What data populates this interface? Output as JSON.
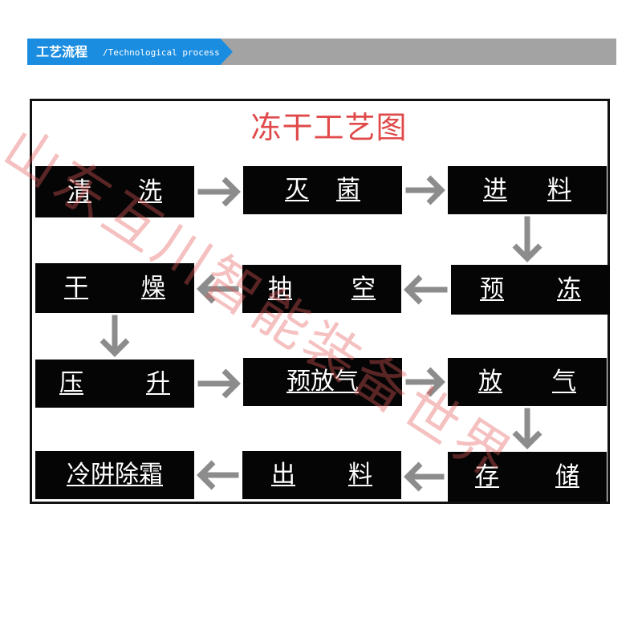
{
  "header": {
    "title": "工艺流程",
    "subtitle": "/Technological process",
    "accent_color": "#1a8de0",
    "bar_color": "#a3a3a3"
  },
  "diagram": {
    "title": "冻干工艺图",
    "title_color": "#e04a4a",
    "box_color": "#050505",
    "arrow_color": "#8c8c8c",
    "steps": [
      {
        "id": "s1",
        "chars": [
          "清",
          "洗"
        ]
      },
      {
        "id": "s2",
        "chars": [
          "灭",
          "菌"
        ]
      },
      {
        "id": "s3",
        "chars": [
          "进",
          "料"
        ]
      },
      {
        "id": "s4",
        "chars": [
          "预",
          "冻"
        ]
      },
      {
        "id": "s5",
        "chars": [
          "抽",
          "空"
        ]
      },
      {
        "id": "s6",
        "chars": [
          "干",
          "燥"
        ]
      },
      {
        "id": "s7",
        "chars": [
          "压",
          "升"
        ]
      },
      {
        "id": "s8",
        "chars": [
          "预放气"
        ]
      },
      {
        "id": "s9",
        "chars": [
          "放",
          "气"
        ]
      },
      {
        "id": "s10",
        "chars": [
          "存",
          "储"
        ]
      },
      {
        "id": "s11",
        "chars": [
          "出",
          "料"
        ]
      },
      {
        "id": "s12",
        "chars": [
          "冷阱除霜"
        ]
      }
    ],
    "flow": [
      [
        "s1",
        "s2"
      ],
      [
        "s2",
        "s3"
      ],
      [
        "s3",
        "s4"
      ],
      [
        "s4",
        "s5"
      ],
      [
        "s5",
        "s6"
      ],
      [
        "s6",
        "s7"
      ],
      [
        "s7",
        "s8"
      ],
      [
        "s8",
        "s9"
      ],
      [
        "s9",
        "s10"
      ],
      [
        "s10",
        "s11"
      ],
      [
        "s11",
        "s12"
      ]
    ]
  },
  "watermark": {
    "text": "山东互川智能装备世界",
    "color": "#e65a5a"
  }
}
